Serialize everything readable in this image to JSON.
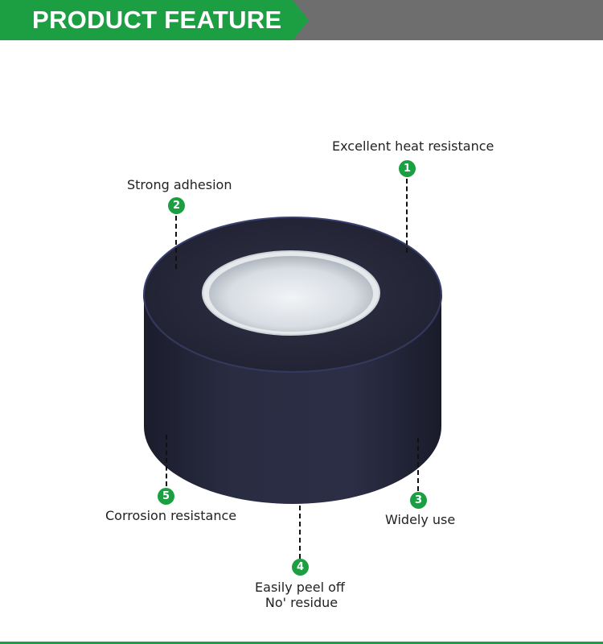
{
  "banner": {
    "title": "PRODUCT FEATURE",
    "accent_color": "#1c9f43",
    "bar_color": "#6e6e6e"
  },
  "product": {
    "image": "roll of dark blue protective film tape"
  },
  "features": [
    {
      "number": "1",
      "label": "Excellent heat resistance"
    },
    {
      "number": "2",
      "label": "Strong adhesion"
    },
    {
      "number": "3",
      "label": "Widely use"
    },
    {
      "number": "4",
      "label": "Easily peel off",
      "label2": "No' residue"
    },
    {
      "number": "5",
      "label": "Corrosion resistance"
    }
  ]
}
